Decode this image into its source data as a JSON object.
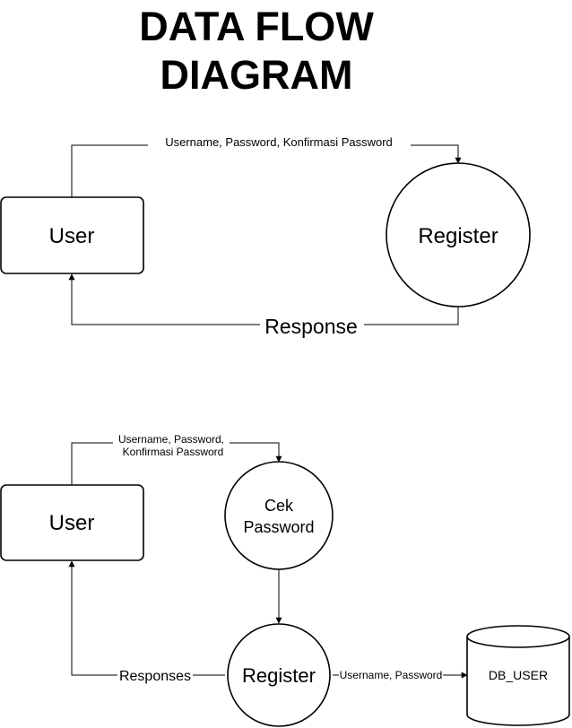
{
  "title": {
    "line1": "DATA FLOW",
    "line2": "DIAGRAM"
  },
  "diagram1": {
    "user_label": "User",
    "process_label": "Register",
    "flow_in_label": "Username, Password, Konfirmasi Password",
    "flow_out_label": "Response"
  },
  "diagram2": {
    "user_label": "User",
    "check_label_line1": "Cek",
    "check_label_line2": "Password",
    "process_label": "Register",
    "datastore_label": "DB_USER",
    "flow_in_label_line1": "Username, Password,",
    "flow_in_label_line2": "Konfirmasi Password",
    "flow_store_label": "Username, Password",
    "flow_out_label": "Responses"
  }
}
